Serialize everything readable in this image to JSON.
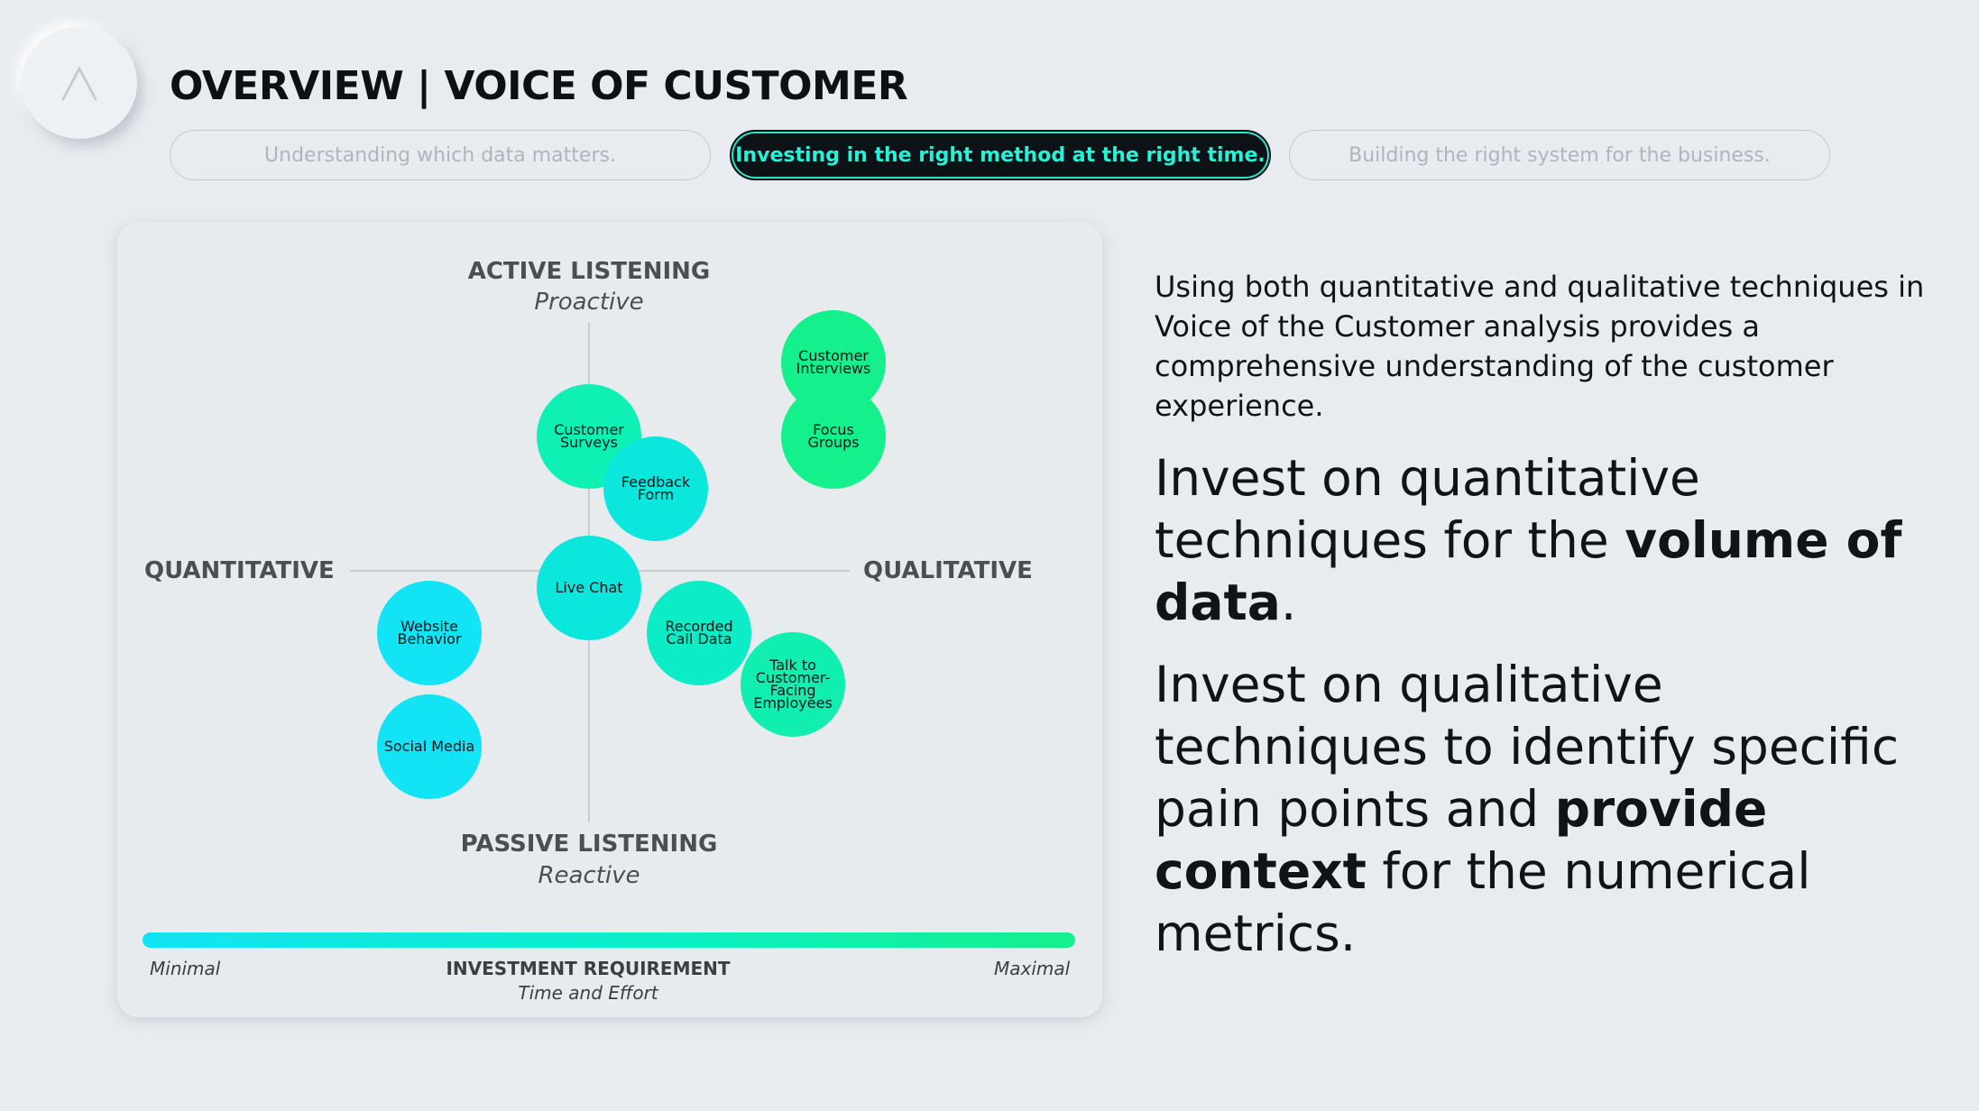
{
  "header": {
    "title": "OVERVIEW | VOICE OF CUSTOMER",
    "tabs": [
      {
        "label": "Understanding which data matters.",
        "active": false
      },
      {
        "label": "Investing in the right method at the right time.",
        "active": true
      },
      {
        "label": "Building the right system for the business.",
        "active": false
      }
    ]
  },
  "diagram": {
    "top_label": "ACTIVE LISTENING",
    "top_sub": "Proactive",
    "bottom_label": "PASSIVE LISTENING",
    "bottom_sub": "Reactive",
    "left_label": "QUANTITATIVE",
    "right_label": "QUALITATIVE",
    "bubbles": {
      "customer_interviews": {
        "label": "Customer Interviews",
        "color": "#14f08c"
      },
      "focus_groups": {
        "label": "Focus Groups",
        "color": "#14f08c"
      },
      "customer_surveys": {
        "label": "Customer Surveys",
        "color": "#0ef0b4"
      },
      "feedback_form": {
        "label": "Feedback Form",
        "color": "#0be7dc"
      },
      "live_chat": {
        "label": "Live Chat",
        "color": "#0be7dc"
      },
      "recorded_call_data": {
        "label": "Recorded Call Data",
        "color": "#0cecc6"
      },
      "talk_to_employees": {
        "label": "Talk to Customer-Facing Employees",
        "color": "#10efb0"
      },
      "website_behavior": {
        "label": "Website Behavior",
        "color": "#12e3f5"
      },
      "social_media": {
        "label": "Social Media",
        "color": "#12e3f5"
      }
    },
    "investment": {
      "min_label": "Minimal",
      "max_label": "Maximal",
      "title": "INVESTMENT REQUIREMENT",
      "subtitle": "Time and Effort"
    }
  },
  "right_panel": {
    "intro": "Using both quantitative and qualitative techniques in Voice of the Customer analysis provides a comprehensive understanding of the customer experience.",
    "point1": {
      "pre": "Invest on quantitative techniques for the ",
      "bold": "volume of data",
      "post": "."
    },
    "point2": {
      "pre": "Invest on qualitative techniques to identify specific pain points and ",
      "bold": "provide context",
      "post": " for the numerical metrics."
    }
  },
  "colors": {
    "accent_teal": "#26f2d6",
    "active_tab_bg": "#0d1216",
    "bubble_green": "#14f08c",
    "bubble_cyan": "#12e3f5"
  }
}
